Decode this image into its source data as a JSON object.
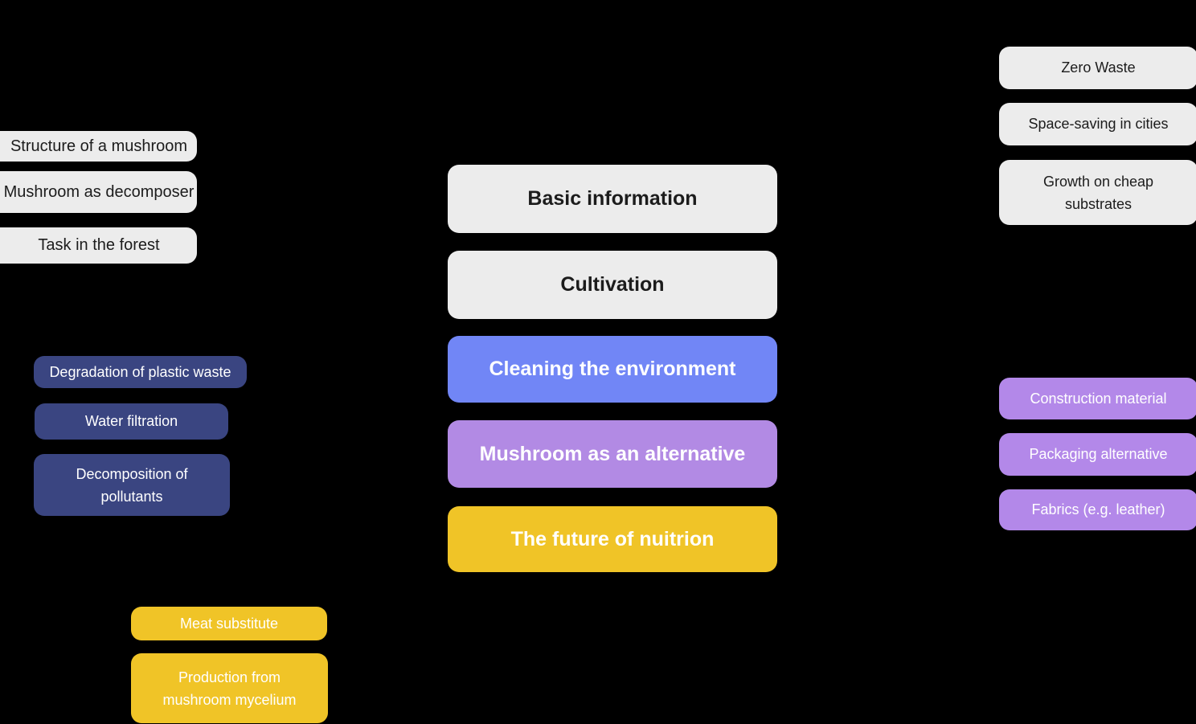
{
  "colors": {
    "background": "#000000",
    "neutral_box": "#ececec",
    "blue_box": "#7186f6",
    "purple_box_center": "#b28ae4",
    "purple_box_right": "#b388e9",
    "yellow_box": "#f0c427",
    "navy_box": "#3a4581",
    "dark_text": "#1c1c1c",
    "light_text": "#ffffff"
  },
  "diagram": {
    "center_nodes": [
      {
        "label": "Basic information"
      },
      {
        "label": "Cultivation"
      },
      {
        "label": "Cleaning the environment"
      },
      {
        "label": "Mushroom as an alternative"
      },
      {
        "label": "The future of nuitrion"
      }
    ],
    "basic_information_branch": [
      {
        "label": "Structure of a mushroom"
      },
      {
        "label": "Mushroom as decomposer"
      },
      {
        "label": "Task in the forest"
      }
    ],
    "cleaning_branch": [
      {
        "label": "Degradation of plastic waste"
      },
      {
        "label": "Water filtration"
      },
      {
        "label": "Decomposition of pollutants"
      }
    ],
    "cultivation_branch": [
      {
        "label": "Zero Waste"
      },
      {
        "label": "Space-saving in cities"
      },
      {
        "label": "Growth on cheap substrates"
      }
    ],
    "alternative_branch": [
      {
        "label": "Construction material"
      },
      {
        "label": "Packaging alternative"
      },
      {
        "label": "Fabrics (e.g. leather)"
      }
    ],
    "nutrition_branch": [
      {
        "label": "Meat substitute"
      },
      {
        "label": "Production from mushroom mycelium"
      }
    ]
  }
}
